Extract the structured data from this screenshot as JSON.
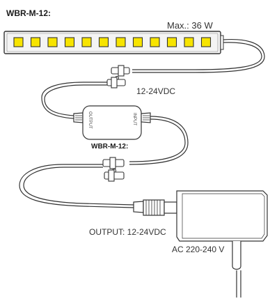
{
  "title": "WBR-M-12:",
  "strip": {
    "max_power": "Max.: 36 W",
    "led_count": 12
  },
  "cable": {
    "voltage": "12-24VDC"
  },
  "controller": {
    "name": "WBR-M-12:",
    "output_port": "OUTPUT",
    "input_port": "INPUT"
  },
  "adapter": {
    "output": "OUTPUT: 12-24VDC",
    "input": "AC 220-240 V"
  },
  "colors": {
    "led_fill": "#f7e400",
    "line": "#333333",
    "strip_fill": "#f4f4f4"
  }
}
